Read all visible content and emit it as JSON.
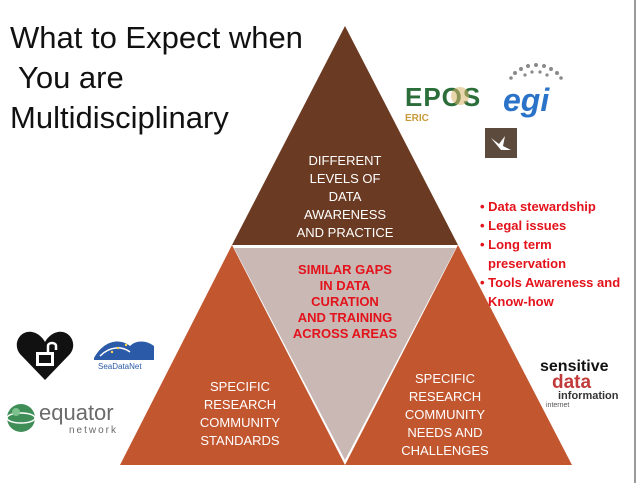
{
  "title": {
    "line1": "What to Expect when",
    "line2": "You are",
    "line3": "Multidisciplinary"
  },
  "pyramid": {
    "top": [
      "DIFFERENT",
      "LEVELS OF",
      "DATA",
      "AWARENESS",
      "AND PRACTICE"
    ],
    "middle": [
      "SIMILAR GAPS",
      "IN DATA",
      "CURATION",
      "AND TRAINING",
      "ACROSS AREAS"
    ],
    "left": [
      "SPECIFIC",
      "RESEARCH",
      "COMMUNITY",
      "STANDARDS"
    ],
    "right": [
      "SPECIFIC",
      "RESEARCH",
      "COMMUNITY",
      "NEEDS AND",
      "CHALLENGES"
    ]
  },
  "bullets": [
    "• Data stewardship",
    "• Legal issues",
    "• Long term",
    "preservation",
    "• Tools Awareness and",
    "Know-how"
  ],
  "logos": {
    "epos": "EPOS",
    "epos_sub": "ERIC",
    "egi": "egi",
    "seadatanet": "SeaDataNet",
    "equator": "equator",
    "equator_sub": "network",
    "sensitive": "sensitive",
    "data": "data",
    "information": "information",
    "internet": "internet"
  },
  "colors": {
    "top_triangle": "#6b3a22",
    "side_triangles": "#c2562f",
    "middle_triangle": "#c9b8b4",
    "accent_red": "#e3121b"
  }
}
